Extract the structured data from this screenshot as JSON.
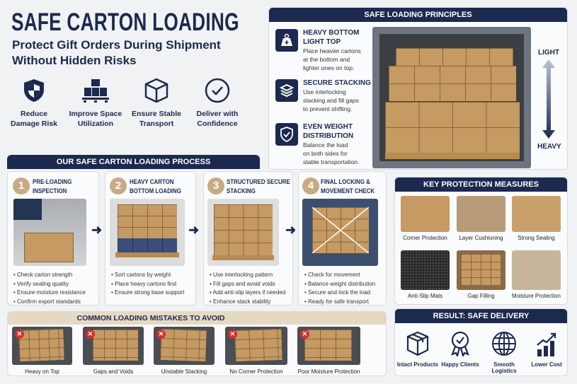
{
  "title": "SAFE CARTON LOADING",
  "subtitle": [
    "Protect Gift Orders During Shipment",
    "Without Hidden Risks"
  ],
  "features": [
    {
      "icon": "shield-icon",
      "label1": "Reduce",
      "label2": "Damage Risk"
    },
    {
      "icon": "pallet-boxes-icon",
      "label1": "Improve Space",
      "label2": "Utilization"
    },
    {
      "icon": "box-icon",
      "label1": "Ensure Stable",
      "label2": "Transport"
    },
    {
      "icon": "check-circle-icon",
      "label1": "Deliver with",
      "label2": "Confidence"
    }
  ],
  "principles": {
    "header": "SAFE LOADING PRINCIPLES",
    "items": [
      {
        "icon": "weight-icon",
        "title1": "HEAVY BOTTOM",
        "title2": "LIGHT TOP",
        "text": [
          "Place heavier cartons",
          "at the bottom and",
          "lighter ones on top."
        ]
      },
      {
        "icon": "layers-icon",
        "title1": "SECURE STACKING",
        "title2": "",
        "text": [
          "Use interlocking",
          "stacking and fill gaps",
          "to prevent shifting."
        ]
      },
      {
        "icon": "shield-check-icon",
        "title1": "EVEN WEIGHT",
        "title2": "DISTRIBUTION",
        "text": [
          "Balance the load",
          "on both sides for",
          "stable transportation."
        ]
      }
    ],
    "light": "LIGHT",
    "heavy": "HEAVY"
  },
  "process": {
    "header": "OUR SAFE CARTON LOADING PROCESS",
    "steps": [
      {
        "num": "1",
        "title1": "PRE-LOADING",
        "title2": "INSPECTION",
        "bullets": [
          "Check carton strength",
          "Verify sealing quality",
          "Ensure moisture resistance",
          "Confirm export standards"
        ]
      },
      {
        "num": "2",
        "title1": "HEAVY CARTON",
        "title2": "BOTTOM LOADING",
        "bullets": [
          "Sort cartons by weight",
          "Place heavy cartons first",
          "Ensure strong base support"
        ]
      },
      {
        "num": "3",
        "title1": "STRUCTURED SECURE",
        "title2": "STACKING",
        "bullets": [
          "Use interlocking pattern",
          "Fill gaps and avoid voids",
          "Add anti-slip layers if needed",
          "Enhance stack stability"
        ]
      },
      {
        "num": "4",
        "title1": "FINAL LOCKING &",
        "title2": "MOVEMENT CHECK",
        "bullets": [
          "Check for movement",
          "Balance weight distribution",
          "Secure and lock the load",
          "Ready for safe transport"
        ]
      }
    ]
  },
  "mistakes": {
    "header": "COMMON LOADING MISTAKES TO AVOID",
    "items": [
      "Heavy on Top",
      "Gaps and Voids",
      "Unstable Stacking",
      "No Corner Protection",
      "Poor Moisture Protection"
    ]
  },
  "protection": {
    "header": "KEY PROTECTION MEASURES",
    "items": [
      "Corner Protection",
      "Layer Cushioning",
      "Strong Sealing",
      "Anti-Slip Mats",
      "Gap Filling",
      "Moisture Protection"
    ]
  },
  "result": {
    "header": "RESULT: SAFE DELIVERY",
    "items": [
      {
        "icon": "box-icon",
        "label": "Intact Products"
      },
      {
        "icon": "award-ribbon-icon",
        "label": "Happy Clients"
      },
      {
        "icon": "globe-icon",
        "label": "Smooth Logistics"
      },
      {
        "icon": "growth-chart-icon",
        "label": "Lower Cost"
      }
    ]
  },
  "colors": {
    "navy": "#1c2a4f",
    "tan": "#c7ab85",
    "error_red": "#d32f2f",
    "cardboard": "#c59a63"
  }
}
